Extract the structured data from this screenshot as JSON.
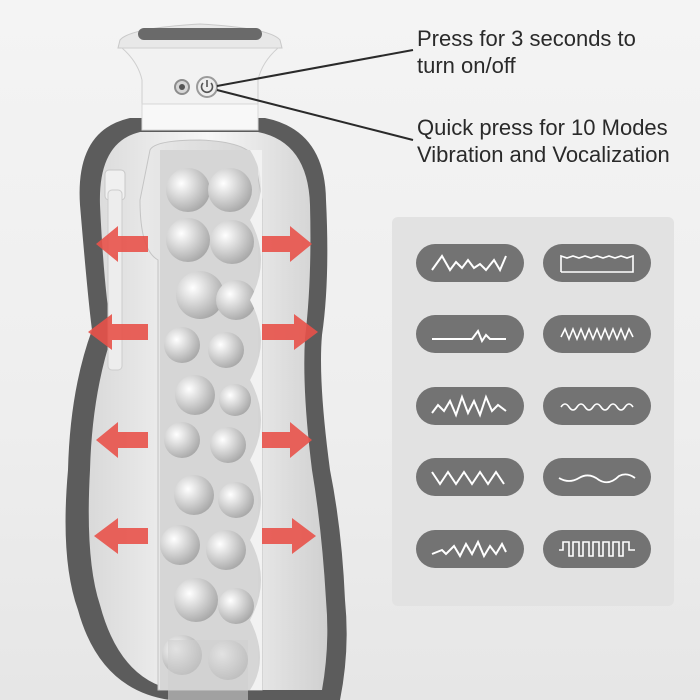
{
  "callouts": {
    "power": {
      "line1": "Press for 3 seconds to",
      "line2": "turn on/off"
    },
    "modes": {
      "line1": "Quick press for 10 Modes",
      "line2": "Vibration and Vocalization"
    }
  },
  "modes": [
    {
      "name": "mode-1-spiky",
      "icon": "spiky-waveform-icon"
    },
    {
      "name": "mode-2-square",
      "icon": "square-wave-icon"
    },
    {
      "name": "mode-3-flat-blip",
      "icon": "flat-blip-icon"
    },
    {
      "name": "mode-4-dense-zigzag",
      "icon": "dense-zigzag-icon"
    },
    {
      "name": "mode-5-random-burst",
      "icon": "random-burst-icon"
    },
    {
      "name": "mode-6-small-wave",
      "icon": "small-wave-icon"
    },
    {
      "name": "mode-7-zigzag",
      "icon": "zigzag-icon"
    },
    {
      "name": "mode-8-gentle-wave",
      "icon": "gentle-wave-icon"
    },
    {
      "name": "mode-9-rising-spikes",
      "icon": "rising-spikes-icon"
    },
    {
      "name": "mode-10-pulse-train",
      "icon": "pulse-train-icon"
    }
  ],
  "colors": {
    "arrow": "#e8524a",
    "pill": "#737373",
    "panel": "#e2e2e2",
    "text": "#2a2a2a"
  }
}
